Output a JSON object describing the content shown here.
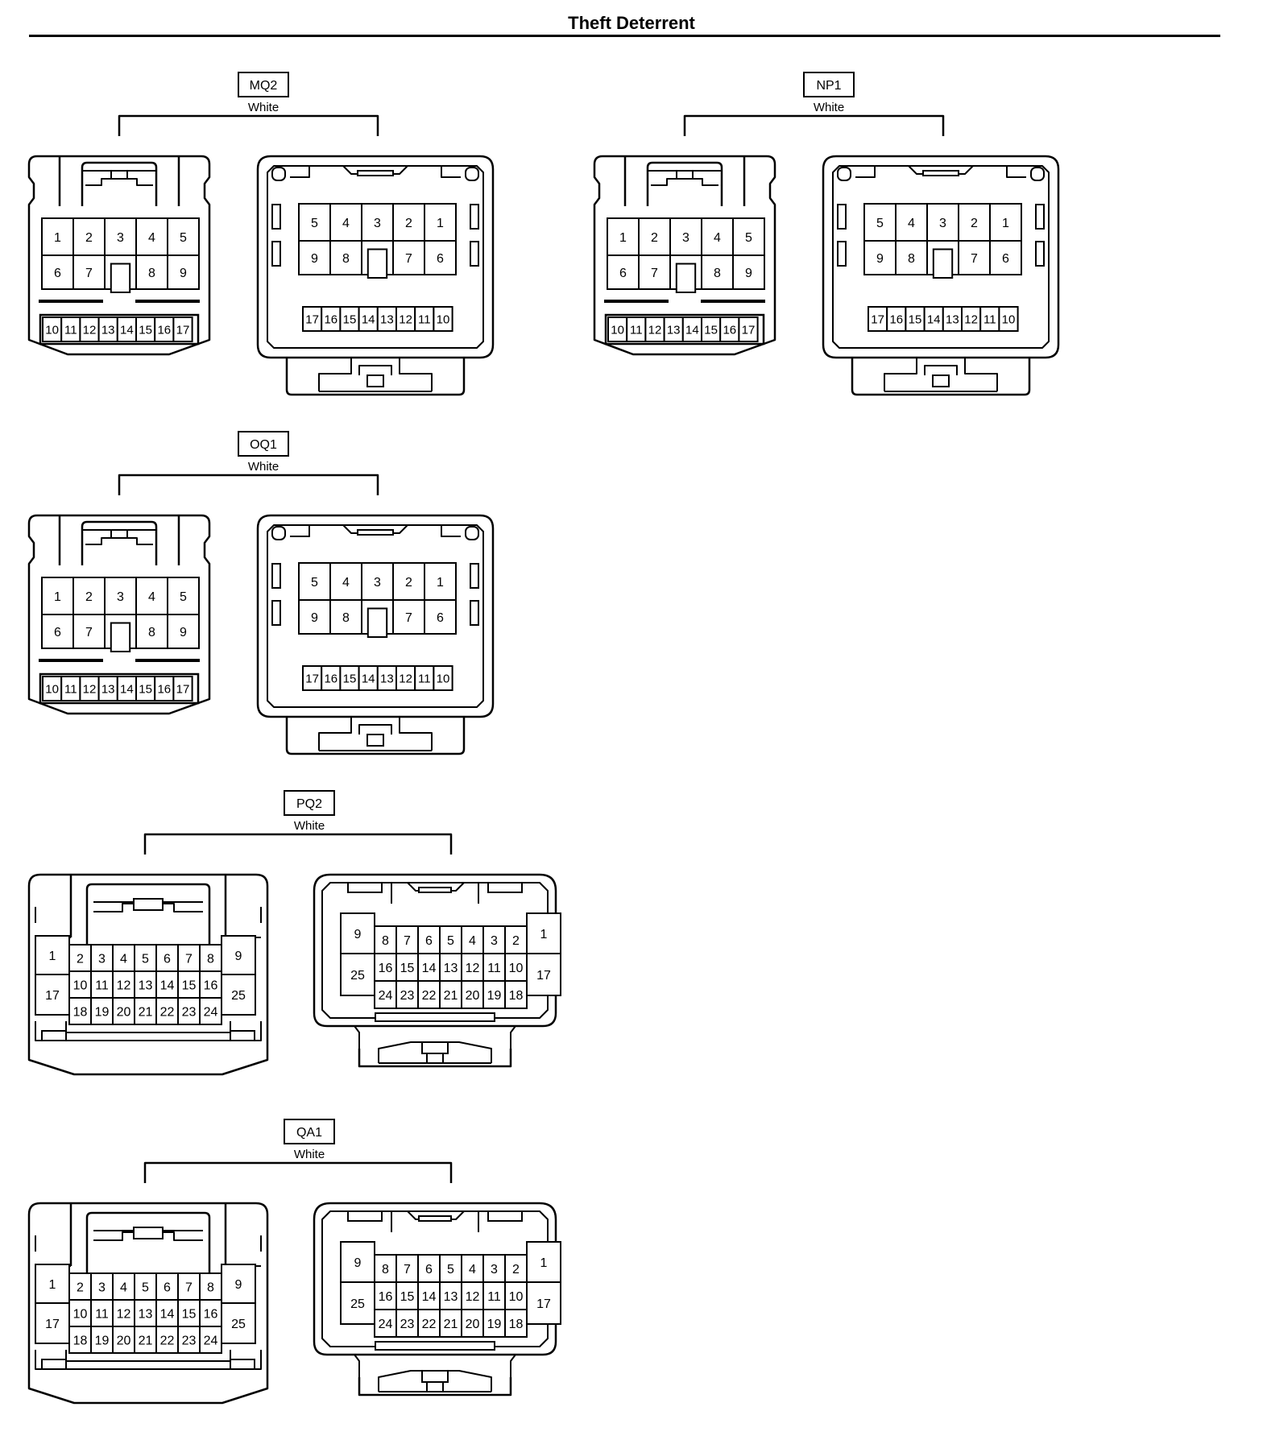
{
  "title": "Theft Deterrent",
  "groups": [
    {
      "id": "MQ2",
      "code": "MQ2",
      "color": "White",
      "type": "a17"
    },
    {
      "id": "NP1",
      "code": "NP1",
      "color": "White",
      "type": "a17"
    },
    {
      "id": "OQ1",
      "code": "OQ1",
      "color": "White",
      "type": "a17"
    },
    {
      "id": "PQ2",
      "code": "PQ2",
      "color": "White",
      "type": "b25"
    },
    {
      "id": "QA1",
      "code": "QA1",
      "color": "White",
      "type": "b25"
    }
  ],
  "pins17_left": {
    "row1": [
      "1",
      "2",
      "3",
      "4",
      "5"
    ],
    "row2": [
      "6",
      "7",
      "",
      "8",
      "9"
    ],
    "row3": [
      "10",
      "11",
      "12",
      "13",
      "14",
      "15",
      "16",
      "17"
    ]
  },
  "pins17_right": {
    "row1": [
      "5",
      "4",
      "3",
      "2",
      "1"
    ],
    "row2": [
      "9",
      "8",
      "",
      "7",
      "6"
    ],
    "row3": [
      "17",
      "16",
      "15",
      "14",
      "13",
      "12",
      "11",
      "10"
    ]
  },
  "pins25_left": {
    "side_left": [
      "1",
      "17"
    ],
    "side_right": [
      "9",
      "25"
    ],
    "row1": [
      "2",
      "3",
      "4",
      "5",
      "6",
      "7",
      "8"
    ],
    "row2": [
      "10",
      "11",
      "12",
      "13",
      "14",
      "15",
      "16"
    ],
    "row3": [
      "18",
      "19",
      "20",
      "21",
      "22",
      "23",
      "24"
    ]
  },
  "pins25_right": {
    "side_left": [
      "9",
      "25"
    ],
    "side_right": [
      "1",
      "17"
    ],
    "row1": [
      "8",
      "7",
      "6",
      "5",
      "4",
      "3",
      "2"
    ],
    "row2": [
      "16",
      "15",
      "14",
      "13",
      "12",
      "11",
      "10"
    ],
    "row3": [
      "24",
      "23",
      "22",
      "21",
      "20",
      "19",
      "18"
    ]
  }
}
